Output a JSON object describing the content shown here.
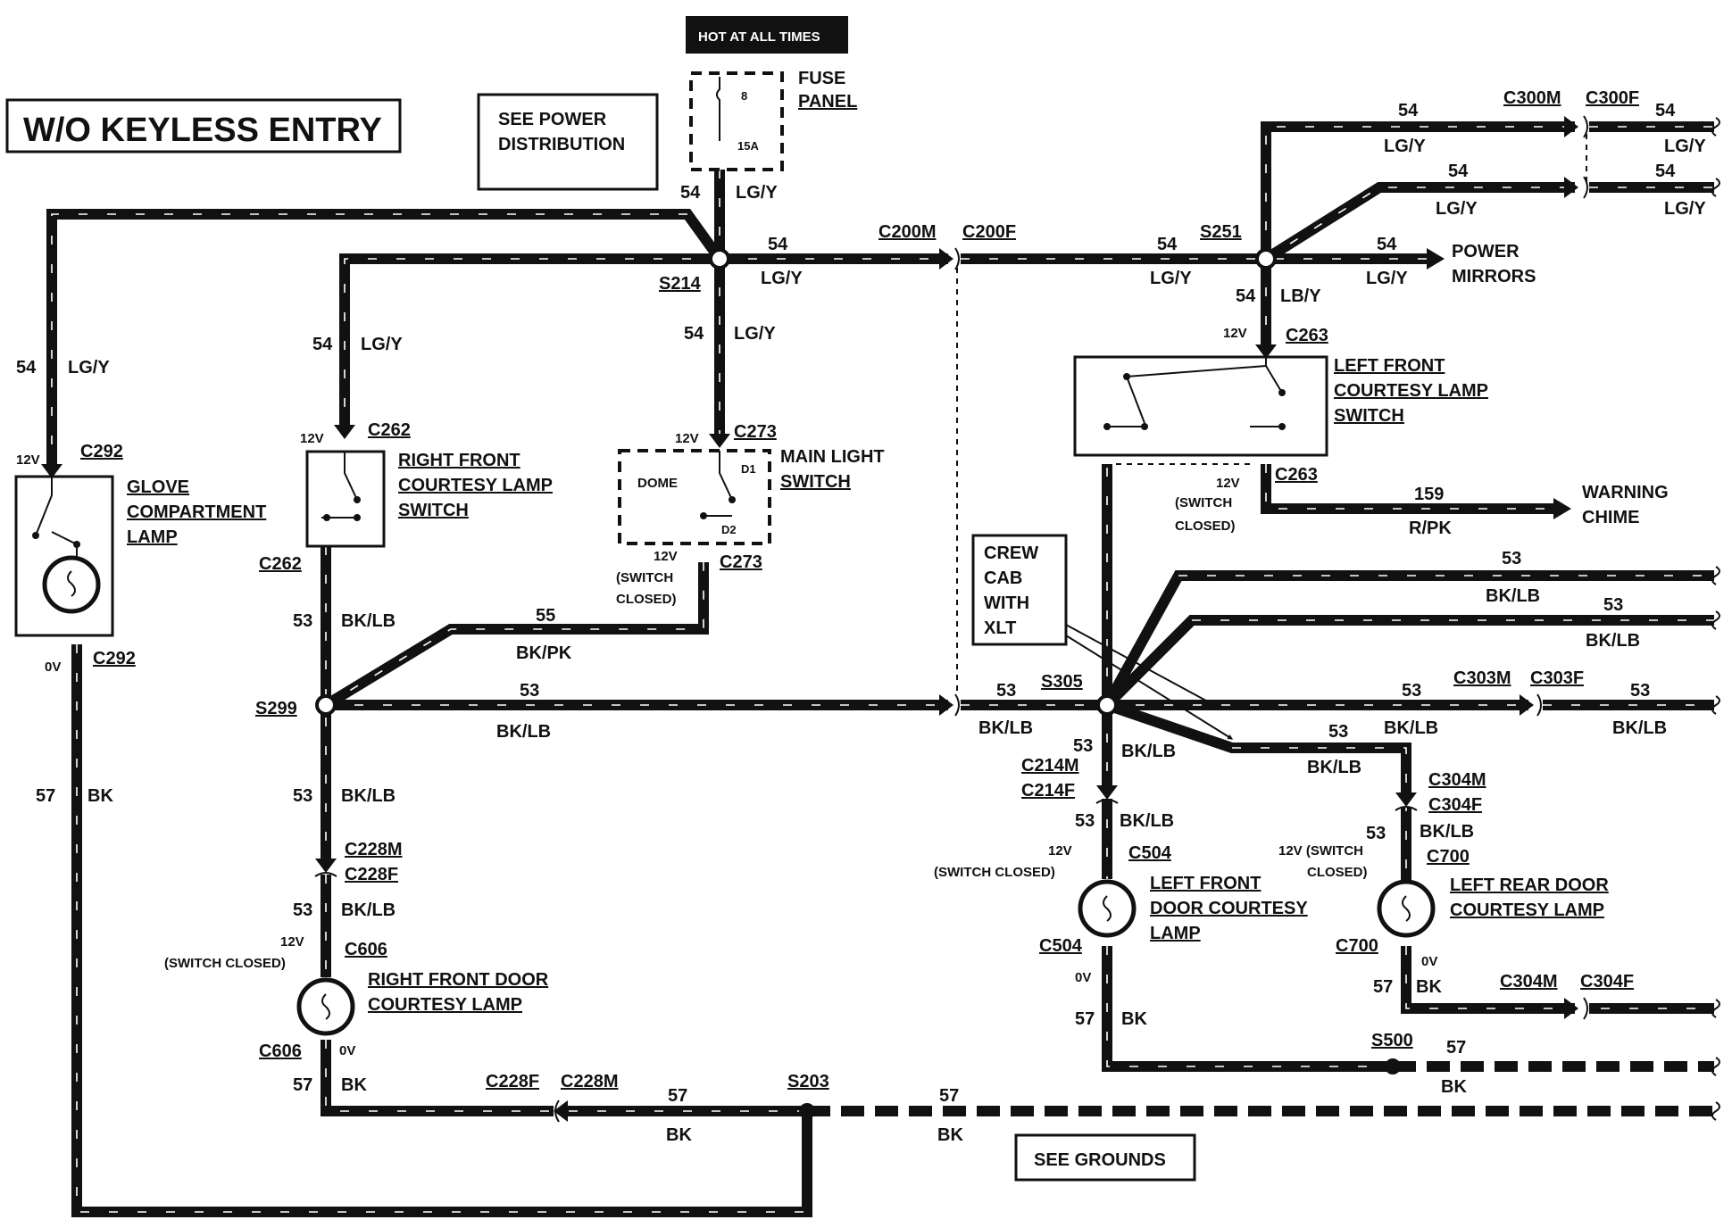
{
  "title": "W/O KEYLESS ENTRY",
  "hot_banner": "HOT AT ALL TIMES",
  "fuse_panel": {
    "line1": "FUSE",
    "line2": "PANEL",
    "fuse_num": "8",
    "fuse_amp": "15A"
  },
  "see_power": {
    "line1": "SEE POWER",
    "line2": "DISTRIBUTION"
  },
  "see_grounds": "SEE GROUNDS",
  "circuits": {
    "c54": "54",
    "c53": "53",
    "c55": "55",
    "c57": "57",
    "c159": "159"
  },
  "colors": {
    "lgy": "LG/Y",
    "lby": "LB/Y",
    "bklb": "BK/LB",
    "bkpk": "BK/PK",
    "bk": "BK",
    "rpk": "R/PK"
  },
  "volts": {
    "v12": "12V",
    "v0": "0V",
    "switch_closed": "(SWITCH CLOSED)",
    "switch_open_paren": "(SWITCH",
    "closed_paren": "CLOSED)",
    "v12_switch": "12V (SWITCH"
  },
  "connectors": {
    "c200m": "C200M",
    "c200f": "C200F",
    "c300m": "C300M",
    "c300f": "C300F",
    "c303m": "C303M",
    "c303f": "C303F",
    "c304m": "C304M",
    "c304f": "C304F",
    "c214m": "C214M",
    "c214f": "C214F",
    "c228m": "C228M",
    "c228f": "C228F",
    "c262": "C262",
    "c263": "C263",
    "c273": "C273",
    "c292": "C292",
    "c504": "C504",
    "c606": "C606",
    "c700": "C700"
  },
  "splices": {
    "s214": "S214",
    "s251": "S251",
    "s299": "S299",
    "s305": "S305",
    "s203": "S203",
    "s500": "S500"
  },
  "components": {
    "glove": [
      "GLOVE",
      "COMPARTMENT",
      "LAMP"
    ],
    "rf_switch": [
      "RIGHT FRONT",
      "COURTESY LAMP",
      "SWITCH"
    ],
    "main_light": [
      "MAIN LIGHT",
      "SWITCH"
    ],
    "main_light_pins": {
      "dome": "DOME",
      "d1": "D1",
      "d2": "D2"
    },
    "lf_switch": [
      "LEFT FRONT",
      "COURTESY LAMP",
      "SWITCH"
    ],
    "rf_door_lamp": [
      "RIGHT FRONT DOOR",
      "COURTESY LAMP"
    ],
    "lf_door_lamp": [
      "LEFT FRONT",
      "DOOR COURTESY",
      "LAMP"
    ],
    "lr_door_lamp": [
      "LEFT REAR DOOR",
      "COURTESY LAMP"
    ]
  },
  "destinations": {
    "power_mirrors": [
      "POWER",
      "MIRRORS"
    ],
    "warning_chime": [
      "WARNING",
      "CHIME"
    ]
  },
  "crew_note": [
    "CREW",
    "CAB",
    "WITH",
    "XLT"
  ]
}
